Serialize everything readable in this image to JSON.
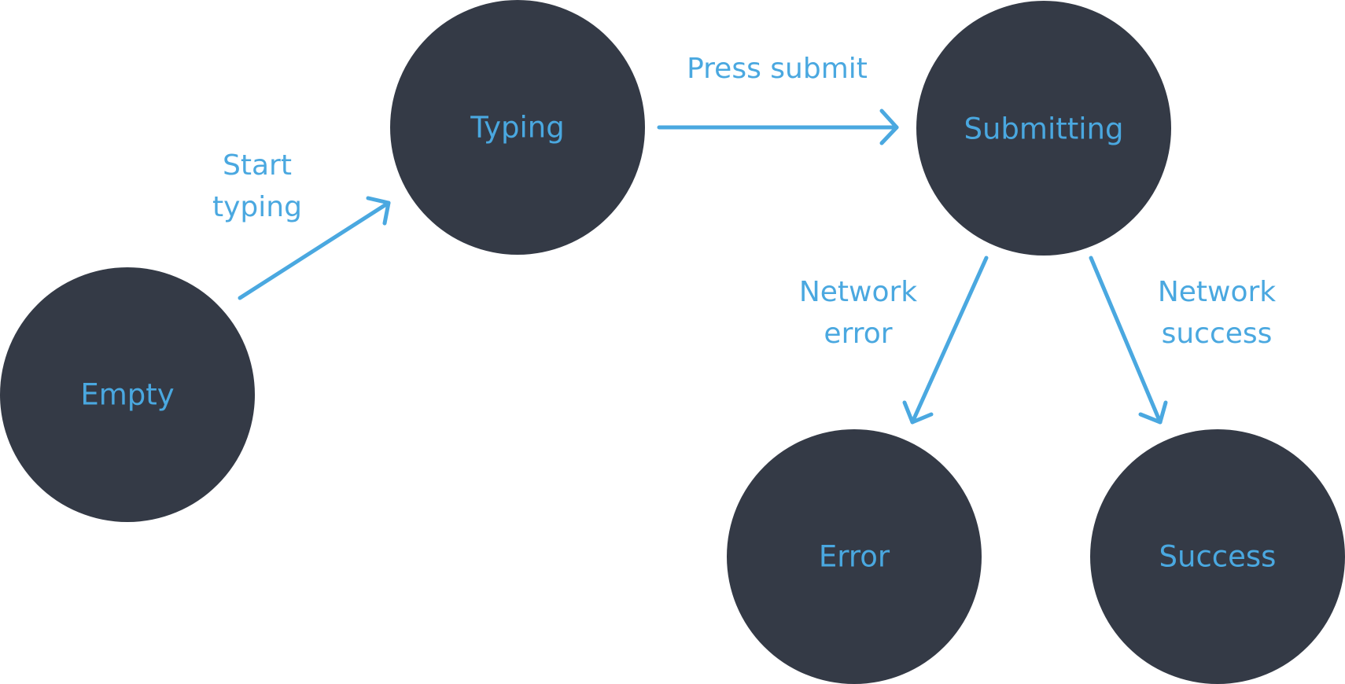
{
  "colors": {
    "node_fill": "#343a46",
    "accent": "#4aa8e0",
    "background": "#ffffff"
  },
  "nodes": {
    "empty": {
      "label": "Empty"
    },
    "typing": {
      "label": "Typing"
    },
    "submitting": {
      "label": "Submitting"
    },
    "error": {
      "label": "Error"
    },
    "success": {
      "label": "Success"
    }
  },
  "edges": {
    "start_typing": {
      "label_line1": "Start",
      "label_line2": "typing"
    },
    "press_submit": {
      "label_line1": "Press submit"
    },
    "network_error": {
      "label_line1": "Network",
      "label_line2": "error"
    },
    "network_success": {
      "label_line1": "Network",
      "label_line2": "success"
    }
  }
}
